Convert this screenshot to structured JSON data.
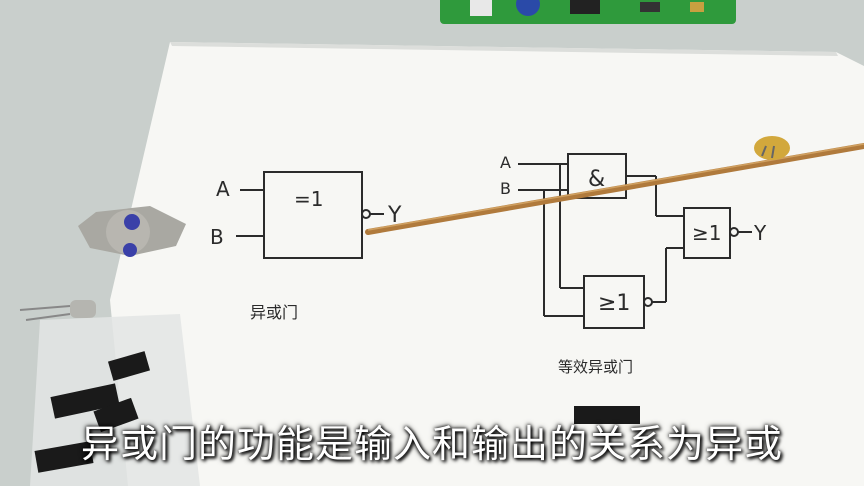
{
  "colors": {
    "table": "#c9cfcc",
    "paper": "#f7f7f4",
    "ink": "#2b2b2b",
    "stick": "#b07a3c",
    "pcb": "#2f9a3c",
    "chip": "#1a1a1a",
    "caption": "#ffffff"
  },
  "drawing": {
    "xor": {
      "input_a": "A",
      "input_b": "B",
      "gate_label": "=1",
      "output": "Y",
      "title": "异或门"
    },
    "equivalent": {
      "input_a": "A",
      "input_b": "B",
      "and_label": "&",
      "nor_top_label": "≥1",
      "nor_bottom_label": "≥1",
      "output": "Y",
      "title": "等效异或门"
    }
  },
  "caption": "异或门的功能是输入和输出的关系为异或"
}
